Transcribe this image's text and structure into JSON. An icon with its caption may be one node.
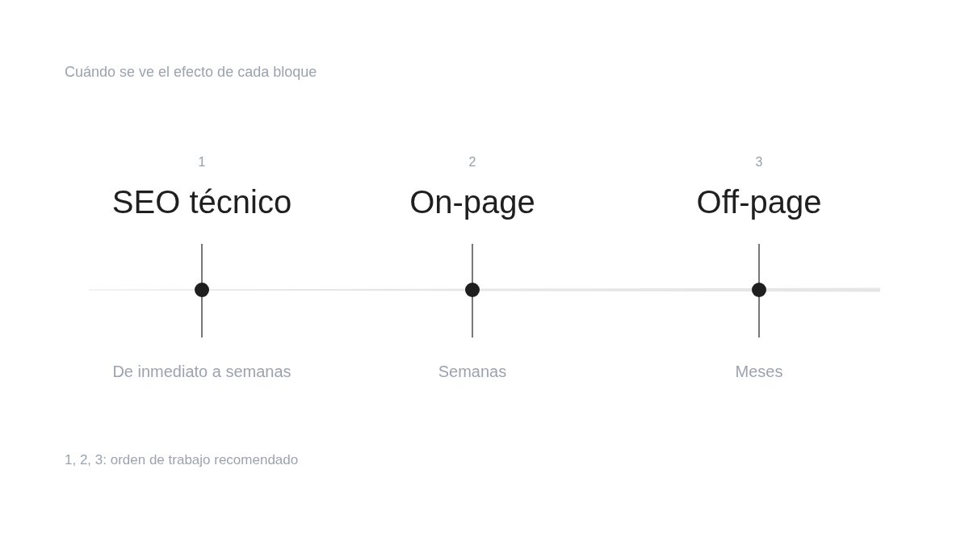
{
  "diagram": {
    "title": "Cuándo se ve el efecto de cada bloque",
    "nodes": [
      {
        "text": [
          "SEO técnico"
        ],
        "beside": [
          "1",
          "De inmediato a semanas"
        ]
      },
      {
        "text": [
          "On-page"
        ],
        "beside": [
          "2",
          "Semanas"
        ]
      },
      {
        "text": [
          "Off-page"
        ],
        "beside": [
          "3",
          "Meses"
        ]
      }
    ],
    "caption": "1, 2, 3: orden de trabajo recomendado"
  }
}
